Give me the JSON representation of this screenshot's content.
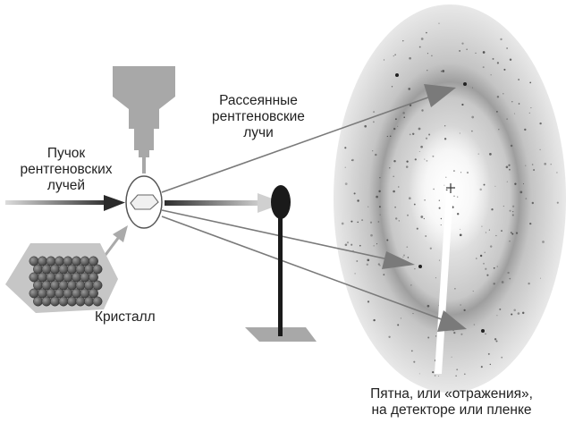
{
  "labels": {
    "beam": [
      "Пучок",
      "рентгеновских",
      "лучей"
    ],
    "scattered": [
      "Рассеянные",
      "рентгеновские",
      "лучи"
    ],
    "crystal": "Кристалл",
    "spots": [
      "Пятна, или «отражения»,",
      "на детекторе или пленке"
    ]
  },
  "colors": {
    "detector_haze": "#c4c4c4",
    "diffraction_ring": "#9a9a9a",
    "beam_arrow": "#333333",
    "scatter_arrow": "#707070",
    "mount": "#a8a8a8",
    "beamstop": "#1a1a1a",
    "crystal_atoms": "#555555"
  },
  "icons": {
    "mount": "goniometer-head",
    "sample": "crystal-in-loop",
    "stop": "beam-stop",
    "detector": "diffraction-pattern",
    "crystal": "crystal-lattice"
  }
}
